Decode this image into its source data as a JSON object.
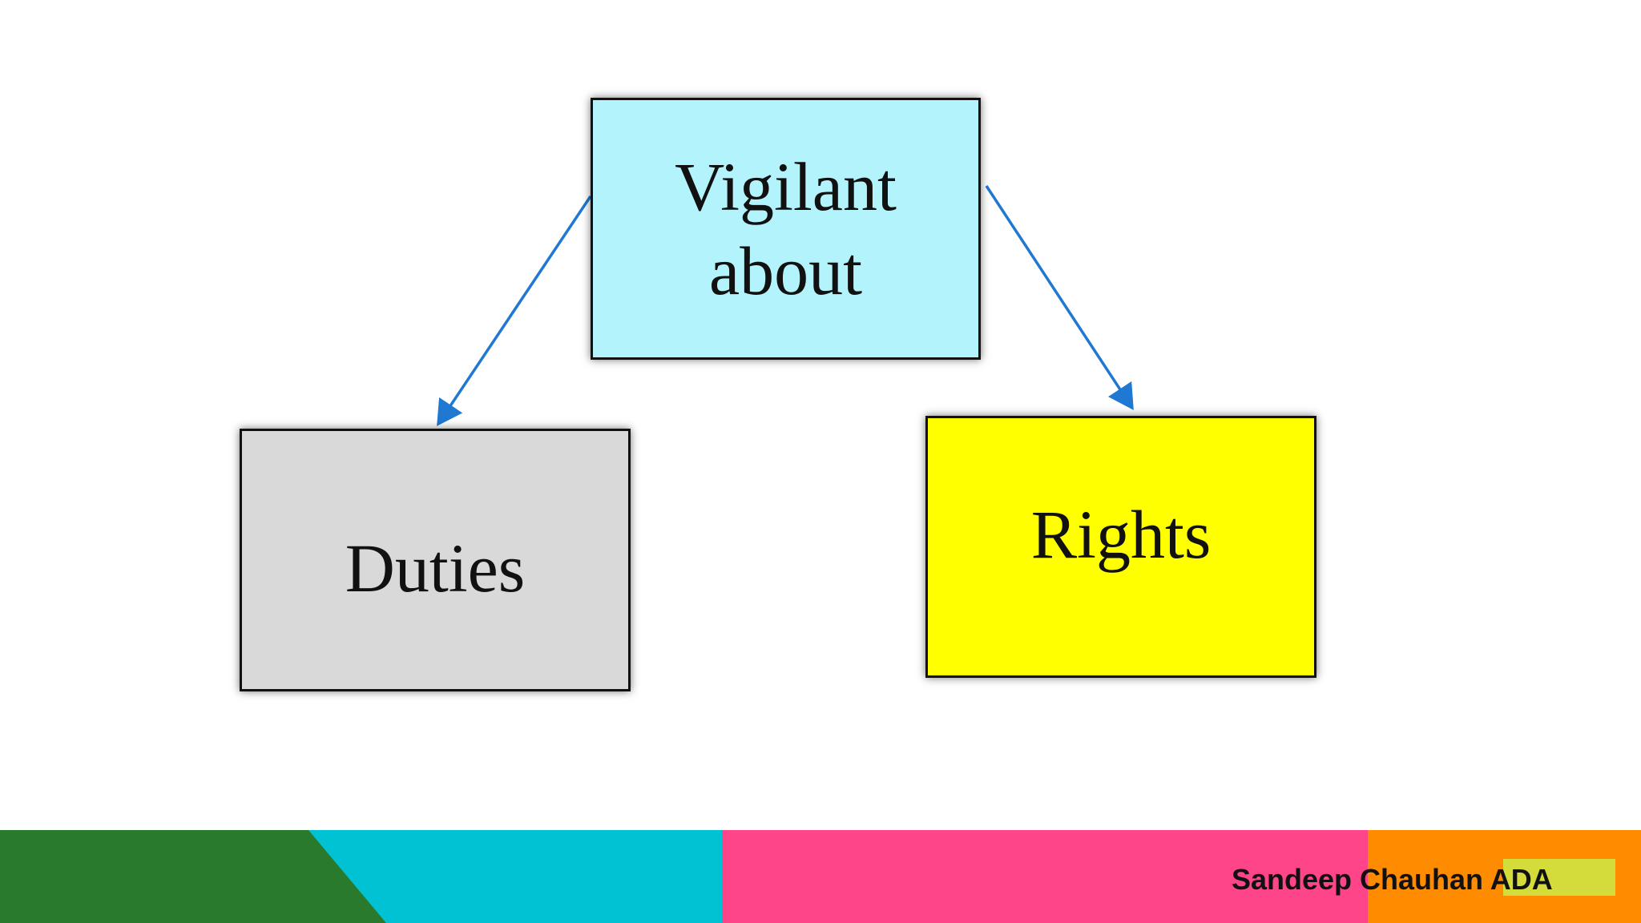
{
  "diagram": {
    "top_box": {
      "line1": "Vigilant",
      "line2": "about",
      "color": "#b3f4fc"
    },
    "left_box": {
      "label": "Duties",
      "color": "#d9d9d9"
    },
    "right_box": {
      "label": "Rights",
      "color": "#ffff00"
    },
    "arrow_color": "#1f78d1"
  },
  "footer": {
    "author": "Sandeep Chauhan ADA",
    "colors": {
      "green": "#2a7a2d",
      "cyan": "#00c2d3",
      "pink": "#ff4589",
      "orange": "#ff8c00",
      "highlight": "#d4dc3c"
    }
  }
}
